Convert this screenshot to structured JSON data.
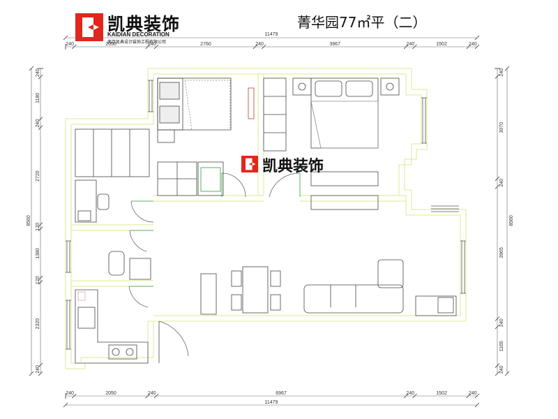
{
  "logo": {
    "name_cn": "凯典装饰",
    "name_en": "KAIDIAN DECORATION",
    "company_full": "南京凯典设计装饰工程有限公司"
  },
  "title": "菁华园77㎡平（二）",
  "watermark": {
    "name_cn": "凯典装饰"
  },
  "dimensions": {
    "top_overall": "11479",
    "top_segments": [
      "240",
      "2050",
      "240",
      "2760",
      "240",
      "3967",
      "240",
      "1502",
      "240"
    ],
    "bottom_segments": [
      "240",
      "2050",
      "240",
      "6967",
      "240",
      "1502",
      "240"
    ],
    "bottom_overall": "11479",
    "left_segments": [
      "240",
      "1180",
      "240",
      "2720",
      "120",
      "1380",
      "120",
      "2320",
      "240"
    ],
    "left_overall": "8560",
    "right_segments": [
      "240",
      "3070",
      "240",
      "3965",
      "240",
      "1165",
      "240"
    ],
    "right_overall": "8560"
  },
  "colors": {
    "brand_red": "#e1261c",
    "wall_line": "#e2ec9a",
    "furniture_line": "#444444",
    "door_green": "#2e9e3a",
    "dimension_line": "#555555"
  }
}
